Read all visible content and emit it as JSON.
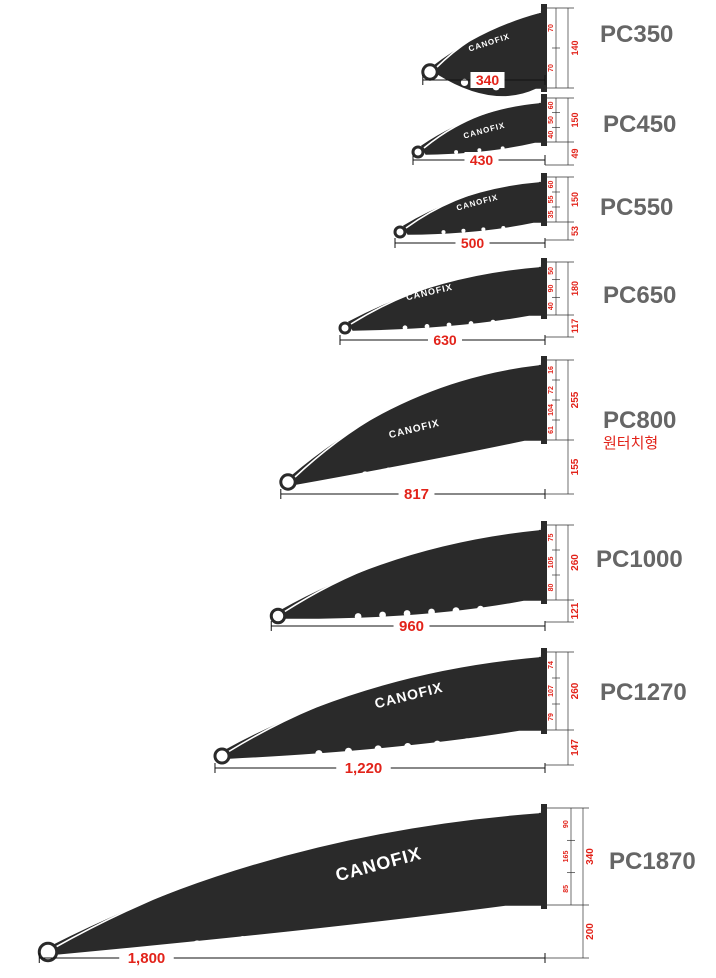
{
  "colors": {
    "model": "#666666",
    "dimension": "#e2231a",
    "bracket": "#2a2a2a",
    "line": "#111111"
  },
  "brackets": [
    {
      "model": "PC350",
      "width": "340",
      "height": "140",
      "segs": [
        "70",
        "70"
      ],
      "below": "",
      "note": "",
      "brand": "CANOFIX"
    },
    {
      "model": "PC450",
      "width": "430",
      "height": "150",
      "segs": [
        "60",
        "50",
        "40"
      ],
      "below": "49",
      "note": "",
      "brand": "CANOFIX"
    },
    {
      "model": "PC550",
      "width": "500",
      "height": "150",
      "segs": [
        "60",
        "55",
        "35"
      ],
      "below": "53",
      "note": "",
      "brand": "CANOFIX"
    },
    {
      "model": "PC650",
      "width": "630",
      "height": "180",
      "segs": [
        "50",
        "90",
        "40"
      ],
      "below": "117",
      "note": "",
      "brand": "CANOFIX"
    },
    {
      "model": "PC800",
      "width": "817",
      "height": "255",
      "segs": [
        "16",
        "72",
        "104",
        "61"
      ],
      "below": "155",
      "note": "원터치형",
      "brand": "CANOFIX"
    },
    {
      "model": "PC1000",
      "width": "960",
      "height": "260",
      "segs": [
        "75",
        "105",
        "80"
      ],
      "below": "121",
      "note": "",
      "brand": ""
    },
    {
      "model": "PC1270",
      "width": "1,220",
      "height": "260",
      "segs": [
        "74",
        "107",
        "79"
      ],
      "below": "147",
      "note": "",
      "brand": "CANOFIX"
    },
    {
      "model": "PC1870",
      "width": "1,800",
      "height": "340",
      "segs": [
        "90",
        "165",
        "85"
      ],
      "below": "200",
      "note": "",
      "brand": "CANOFIX"
    }
  ]
}
